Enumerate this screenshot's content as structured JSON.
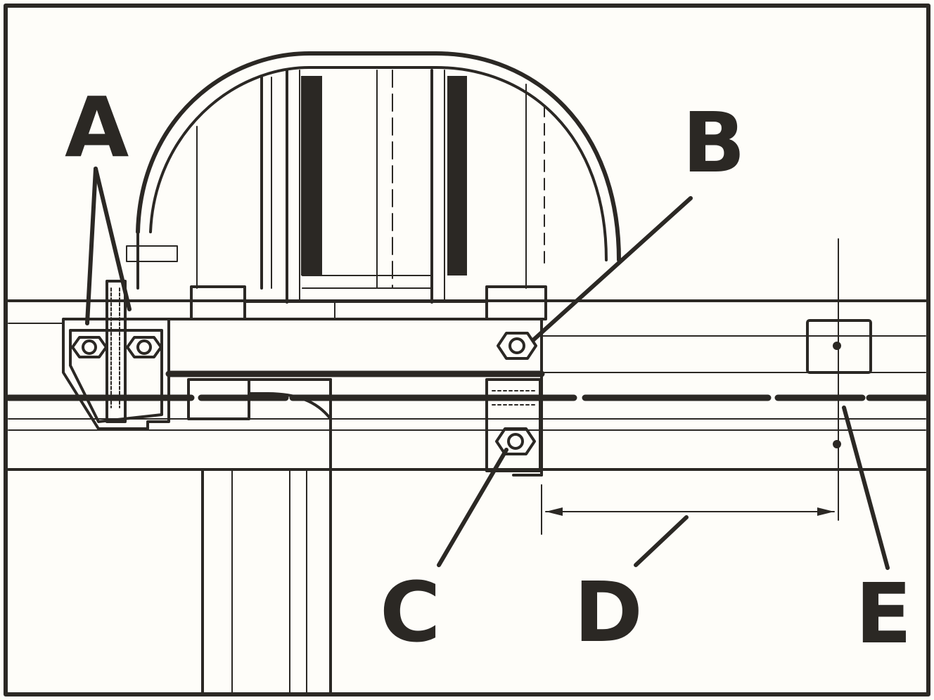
{
  "labels": {
    "a": "A",
    "b": "B",
    "c": "C",
    "d": "D",
    "e": "E"
  },
  "colors": {
    "ink": "#2b2824",
    "paper": "#fefdf9"
  }
}
